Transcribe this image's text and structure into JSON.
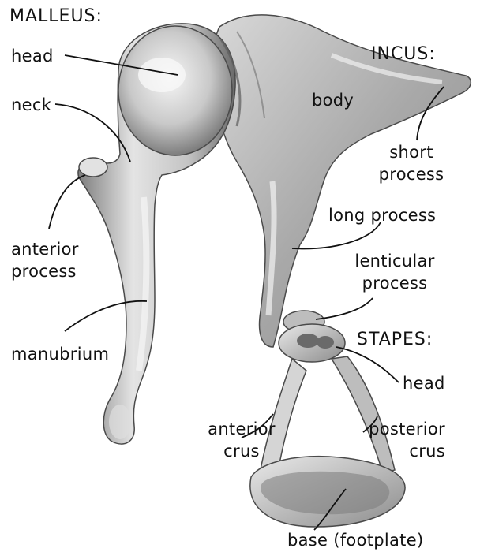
{
  "malleus": {
    "title": "MALLEUS:",
    "head": "head",
    "neck": "neck",
    "anterior_process": [
      "anterior",
      "process"
    ],
    "manubrium": "manubrium"
  },
  "incus": {
    "title": "INCUS:",
    "body": "body",
    "short_process": [
      "short",
      "process"
    ],
    "long_process": "long process",
    "lenticular_process": [
      "lenticular",
      "process"
    ]
  },
  "stapes": {
    "title": "STAPES:",
    "head": "head",
    "anterior_crus": [
      "anterior",
      "crus"
    ],
    "posterior_crus": [
      "posterior",
      "crus"
    ],
    "base": "base (footplate)"
  },
  "colors": {
    "bone_light": "#f2f2f2",
    "bone_mid": "#b9b9b9",
    "bone_dark": "#5a5a5a",
    "leader_line": "#111111"
  }
}
